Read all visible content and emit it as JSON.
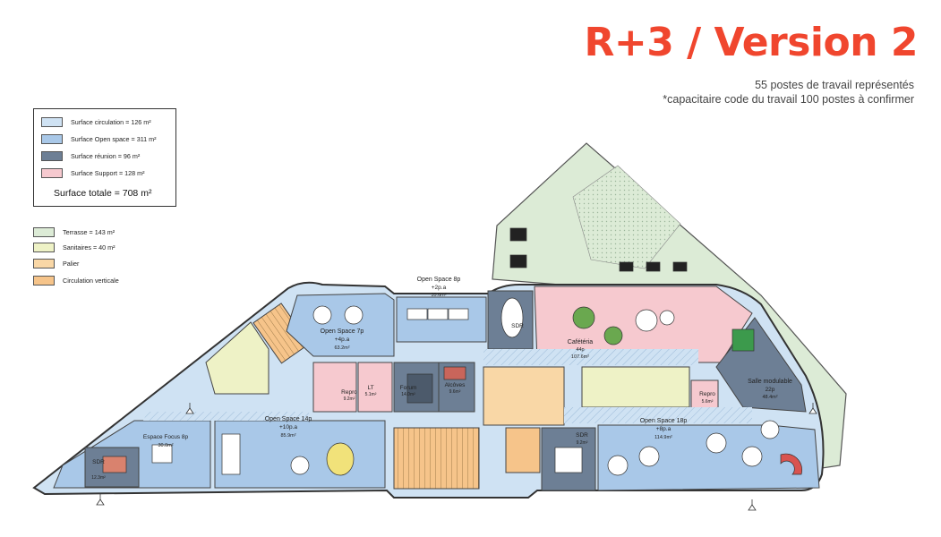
{
  "header": {
    "title": "R+3 / Version 2",
    "subtitle_line1": "55 postes de travail représentés",
    "subtitle_line2": "*capacitaire code du travail 100 postes à confirmer"
  },
  "legend_surfaces": {
    "items": [
      {
        "label": "Surface circulation = 126 m²",
        "color": "#cfe2f3"
      },
      {
        "label": "Surface Open space = 311 m²",
        "color": "#a9c8e8"
      },
      {
        "label": "Surface réunion = 96 m²",
        "color": "#6d7f95"
      },
      {
        "label": "Surface Support = 128 m²",
        "color": "#f6c9cf"
      }
    ],
    "total": "Surface totale = 708 m²"
  },
  "legend_other": {
    "items": [
      {
        "label": "Terrasse = 143 m²",
        "color": "#dcebd6"
      },
      {
        "label": "Sanitaires = 40 m²",
        "color": "#eef2c6"
      },
      {
        "label": "Palier",
        "color": "#f9d7a6"
      },
      {
        "label": "Circulation verticale",
        "color": "#f6c48a"
      }
    ]
  },
  "rooms": {
    "open_space_8": {
      "name": "Open Space 8p",
      "seats": "+2p.a",
      "area": "35.6m²"
    },
    "open_space_7": {
      "name": "Open Space 7p",
      "seats": "+4p.a",
      "area": "63.2m²"
    },
    "cafeteria": {
      "name": "Cafétéria",
      "seats": "44p",
      "area": "107.6m²"
    },
    "salle_modulable": {
      "name": "Salle modulable",
      "seats": "22p",
      "area": "48.4m²"
    },
    "open_space_14": {
      "name": "Open Space 14p",
      "seats": "+10p.a",
      "area": "85.9m²"
    },
    "open_space_18": {
      "name": "Open Space 18p",
      "seats": "+8p.a",
      "area": "114.9m²"
    },
    "espace_focus": {
      "name": "Espace Focus 8p",
      "area": "30.0m²"
    },
    "forum": {
      "name": "Forum",
      "area": "14.0m²"
    },
    "alcoves": {
      "name": "Alcôves",
      "area": "9.6m²"
    },
    "lt": {
      "name": "LT",
      "area": "5.1m²"
    },
    "repro_left": {
      "name": "Repro",
      "area": "9.2m²"
    },
    "repro_right": {
      "name": "Repro",
      "area": "5.6m²"
    },
    "sdr_bottom": {
      "name": "SDR",
      "area": "9.2m²"
    },
    "sdr_left": {
      "name": "SDR",
      "area": "12.3m²"
    },
    "sdr_top": {
      "name": "SDR"
    }
  },
  "colors": {
    "accent": "#f0462e",
    "circulation": "#cfe2f3",
    "open_space": "#a9c8e8",
    "reunion": "#6d7f95",
    "support": "#f6c9cf",
    "terrasse": "#dcebd6",
    "sanitaires": "#eef2c6",
    "palier": "#f9d7a6",
    "circulation_verticale": "#f6c48a"
  },
  "icons": [
    "north-arrow-icon",
    "stair-icon",
    "table-icon",
    "chair-icon"
  ]
}
